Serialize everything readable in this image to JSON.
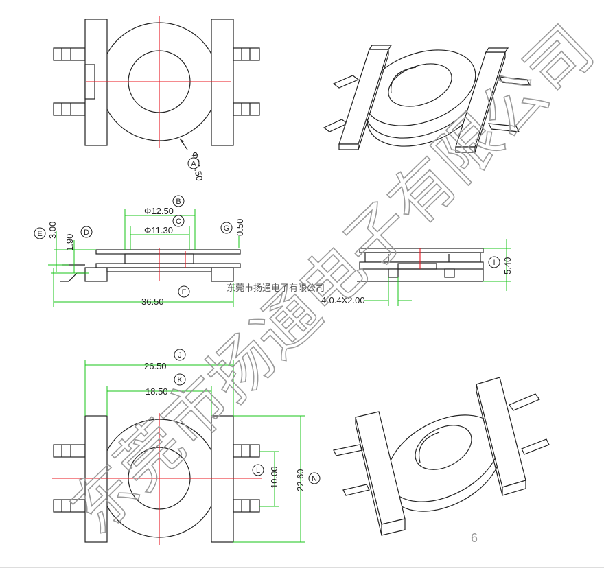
{
  "dimensions": {
    "A": {
      "letter": "A",
      "value": "Φ21.50"
    },
    "B": {
      "letter": "B",
      "value": "Φ12.50"
    },
    "C": {
      "letter": "C",
      "value": "Φ11.30"
    },
    "D": {
      "letter": "D",
      "value": "1.90"
    },
    "E": {
      "letter": "E",
      "value": "3.00"
    },
    "F": {
      "letter": "F",
      "value": "36.50"
    },
    "G": {
      "letter": "G",
      "value": "0.50"
    },
    "I": {
      "letter": "I",
      "value": "5.40"
    },
    "J": {
      "letter": "J",
      "value": "26.50"
    },
    "K": {
      "letter": "K",
      "value": "18.50"
    },
    "L": {
      "letter": "L",
      "value": "10.00"
    },
    "N": {
      "letter": "N",
      "value": "22.60"
    },
    "pin": {
      "value": "4-0.4X2.00"
    }
  },
  "watermark": {
    "large": "东莞市扬通电子有限公司",
    "small": "东莞市扬通电子有限公司"
  },
  "page_number": "6",
  "colors": {
    "outline": "#222222",
    "centerline": "#e8141e",
    "dimension": "#18c418",
    "watermark": "#9a9a9a"
  }
}
